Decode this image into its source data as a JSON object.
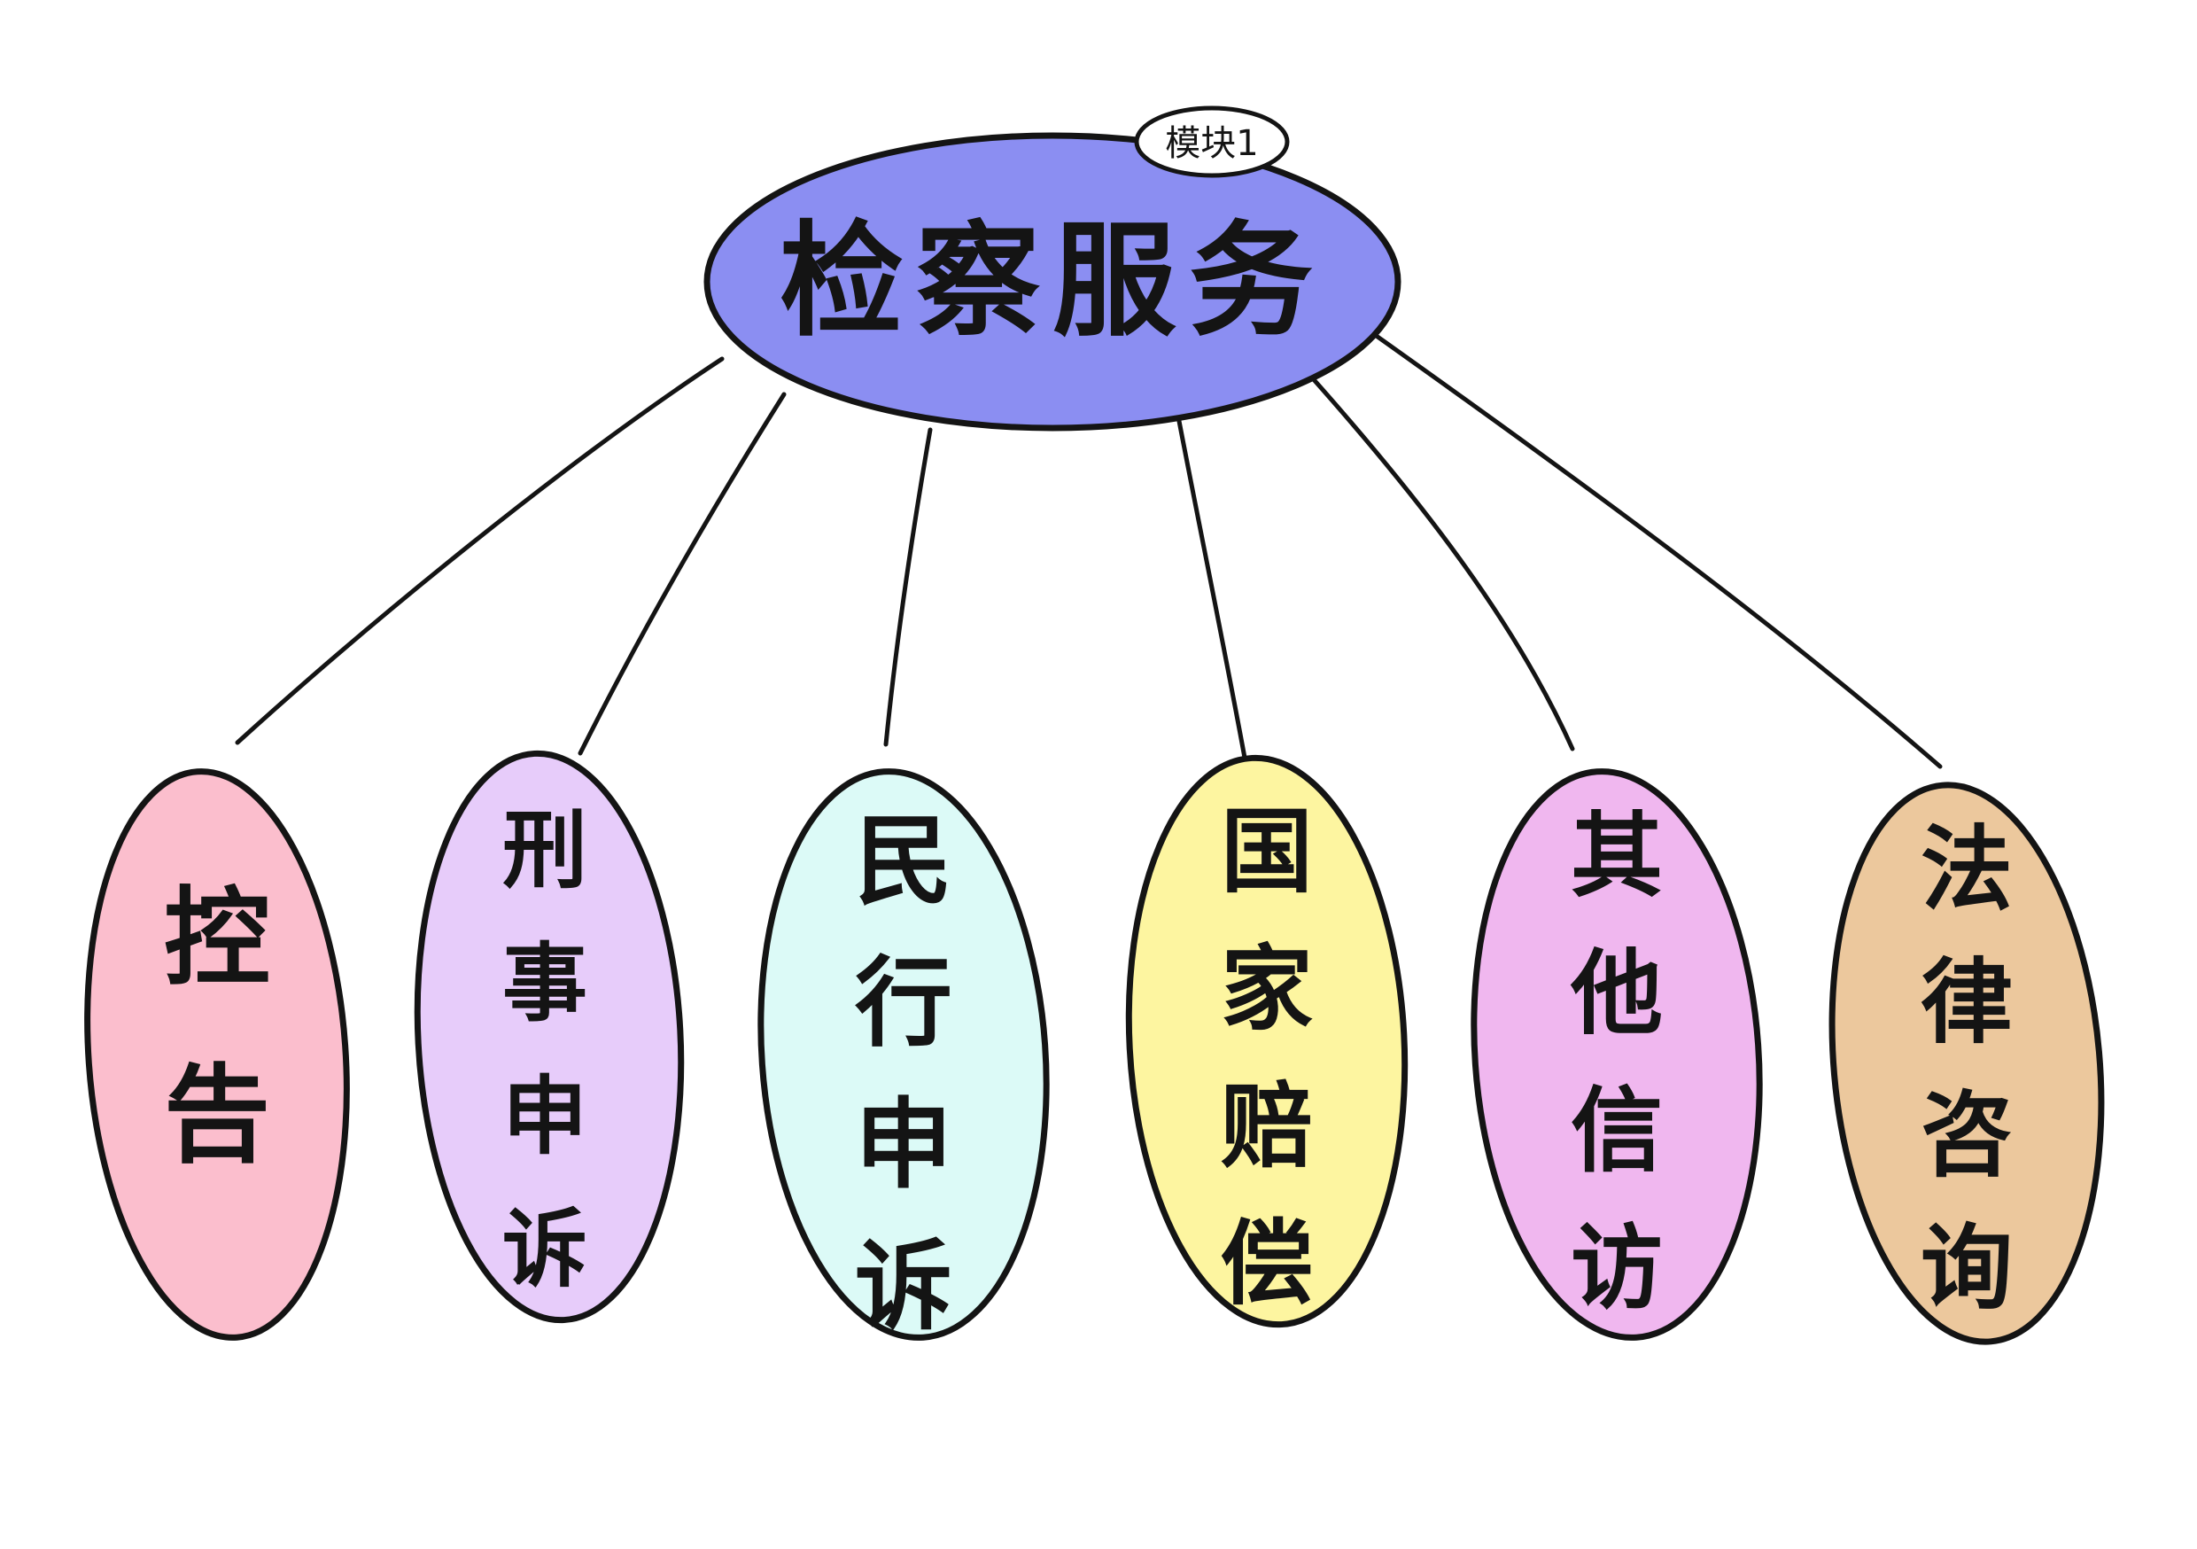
{
  "root": {
    "label": "检察服务",
    "tag": "模块1",
    "color": "#8b8ef2"
  },
  "children": [
    {
      "label": "控告",
      "color": "#fbbecd"
    },
    {
      "label": "刑事申诉",
      "color": "#e7ccfa"
    },
    {
      "label": "民行申诉",
      "color": "#dcfaf7"
    },
    {
      "label": "国家赔偿",
      "color": "#fdf5a0"
    },
    {
      "label": "其他信访",
      "color": "#f0b7ef"
    },
    {
      "label": "法律咨询",
      "color": "#ecc89d"
    }
  ],
  "colors": {
    "outline": "#141414",
    "background": "#ffffff"
  }
}
